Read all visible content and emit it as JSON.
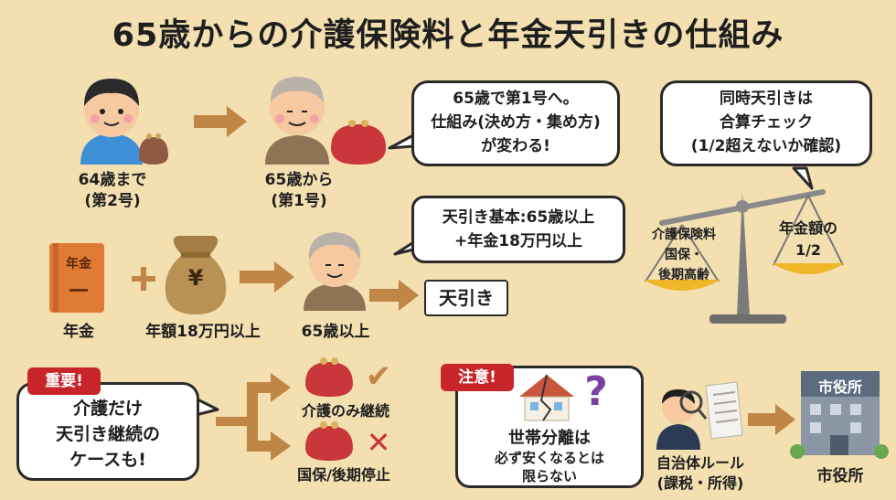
{
  "title": "65歳からの介護保険料と年金天引きの仕組み",
  "top_row": {
    "before_label_1": "64歳まで",
    "before_label_2": "(第2号)",
    "after_label_1": "65歳から",
    "after_label_2": "(第1号)",
    "bubble_lines": [
      "65歳で第1号へ。",
      "仕組み(決め方・集め方)",
      "が変わる!"
    ]
  },
  "scale_section": {
    "bubble_lines": [
      "同時天引きは",
      "合算チェック",
      "(1/2超えないか確認)"
    ],
    "left_pan_lines": [
      "介護保険料",
      "国保・",
      "後期高齢"
    ],
    "right_pan_lines": [
      "年金額の",
      "1/2"
    ]
  },
  "middle_row": {
    "book_text": "年金",
    "book_label": "年金",
    "plus_sign": "+",
    "bag_symbol": "¥",
    "bag_label": "年額18万円以上",
    "elder_label": "65歳以上",
    "result_box": "天引き",
    "bubble_lines": [
      "天引き基本:65歳以上",
      "+年金18万円以上"
    ]
  },
  "bottom_left": {
    "tag": "重要!",
    "bubble_lines": [
      "介護だけ",
      "天引き継続の",
      "ケースも!"
    ],
    "continue_label": "介護のみ継続",
    "stop_label": "国保/後期停止",
    "check_mark": "✔",
    "cross_mark": "✕"
  },
  "bottom_right": {
    "tag": "注意!",
    "question_mark": "?",
    "bubble_line_main": "世帯分離は",
    "bubble_lines_sub": [
      "必ず安くなるとは",
      "限らない"
    ],
    "rule_label_1": "自治体ルール",
    "rule_label_2": "(課税・所得)",
    "city_sign": "市役所",
    "city_label": "市役所"
  },
  "colors": {
    "background": "#f3dfb0",
    "arrow": "#c08646",
    "tag_red": "#c8252b",
    "purse_red": "#c9363c",
    "pan_gold": "#f0b62a",
    "book_orange": "#e07b35",
    "bag_tan": "#b89154"
  }
}
